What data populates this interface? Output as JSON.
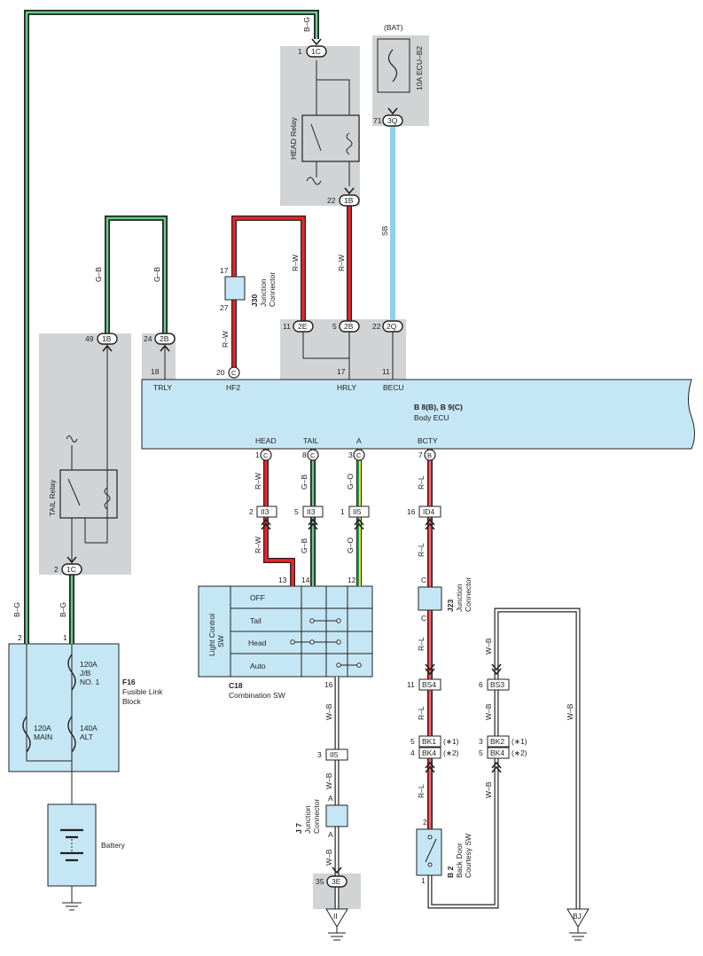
{
  "colors": {
    "gray_box": "#d2d3d5",
    "blue_box": "#c5e6f5",
    "red_wire": "#e8252b",
    "green_wire": "#1f9a4b",
    "blue_wire": "#8fd0ef",
    "yellow_wire": "#e8e82e",
    "black_wire": "#222222"
  },
  "labels": {
    "bat": "(BAT)",
    "ecu_b2_fuse": "10A ECU–B2",
    "head_relay": "HEAD Relay",
    "tail_relay": "TAIL Relay",
    "body_ecu_code": "B 8(B), B 9(C)",
    "body_ecu_name": "Body ECU",
    "fusible_link_code": "F16",
    "fusible_link_name1": "Fusible Link",
    "fusible_link_name2": "Block",
    "fuse_120a_jb": "120A",
    "fuse_120a_jb2": "J/B",
    "fuse_120a_jb3": "NO. 1",
    "fuse_120a_main": "120A",
    "fuse_120a_main2": "MAIN",
    "fuse_140a_alt": "140A",
    "fuse_140a_alt2": "ALT",
    "battery": "Battery",
    "combo_sw_code": "C18",
    "combo_sw_name": "Combination SW",
    "light_control_sw1": "Light Control",
    "light_control_sw2": "SW",
    "j30_code": "J30",
    "j30_name1": "Junction",
    "j30_name2": "Connector",
    "j23_code": "J23",
    "j23_name1": "Junction",
    "j23_name2": "Connector",
    "j7_code": "J 7",
    "j7_name1": "Junction",
    "j7_name2": "Connector",
    "b2_code": "B 2",
    "b2_name1": "Back Door",
    "b2_name2": "Courtesy SW",
    "ground_ii": "II",
    "ground_bj": "BJ"
  },
  "switch_positions": [
    "OFF",
    "Tail",
    "Head",
    "Auto"
  ],
  "ecu_top_terms": [
    {
      "name": "TRLY",
      "pin": "18"
    },
    {
      "name": "HF2",
      "pin": "20",
      "conn": "C"
    },
    {
      "name": "HRLY",
      "pin": "17"
    },
    {
      "name": "BECU",
      "pin": "11"
    }
  ],
  "ecu_bottom_terms": [
    {
      "name": "HEAD",
      "pin": "1",
      "conn": "C"
    },
    {
      "name": "TAIL",
      "pin": "8",
      "conn": "C"
    },
    {
      "name": "A",
      "pin": "3",
      "conn": "C"
    },
    {
      "name": "BCTY",
      "pin": "7",
      "conn": "B"
    }
  ],
  "connectors": {
    "relay_1c_top": {
      "pin": "1",
      "code": "1C"
    },
    "relay_1b": {
      "pin": "22",
      "code": "1B"
    },
    "ecu_3q": {
      "pin": "71",
      "code": "3Q"
    },
    "tail_1b": {
      "pin": "49",
      "code": "1B"
    },
    "tail_2b": {
      "pin": "24",
      "code": "2B"
    },
    "jb_2e": {
      "pin": "11",
      "code": "2E"
    },
    "jb_2b": {
      "pin": "5",
      "code": "2B"
    },
    "jb_2q": {
      "pin": "22",
      "code": "2Q"
    },
    "tail_1c": {
      "pin": "2",
      "code": "1C"
    },
    "j30_top": "17",
    "j30_bottom": "27",
    "ii3_a": {
      "pin": "2",
      "code": "II3"
    },
    "ii3_b": {
      "pin": "5",
      "code": "II3"
    },
    "ii5_a": {
      "pin": "1",
      "code": "II5"
    },
    "id4": {
      "pin": "16",
      "code": "ID4"
    },
    "bs4": {
      "pin": "11",
      "code": "BS4"
    },
    "bs3": {
      "pin": "6",
      "code": "BS3"
    },
    "bk1": {
      "pin": "5",
      "code": "BK1",
      "note": "(∗1)"
    },
    "bk4": {
      "pin": "4",
      "code": "BK4",
      "note": "(∗2)"
    },
    "bk2": {
      "pin": "3",
      "code": "BK2",
      "note": "(∗1)"
    },
    "bk4b": {
      "pin": "5",
      "code": "BK4",
      "note": "(∗2)"
    },
    "ii5_b": {
      "pin": "3",
      "code": "II5"
    },
    "e3": {
      "pin": "35",
      "code": "3E"
    },
    "combo_pins": [
      "13",
      "14",
      "12"
    ],
    "combo_pin16": "16",
    "fl_pin2": "2",
    "fl_pin1": "1",
    "b2_pin2": "2",
    "b2_pin1": "1",
    "j23_c": "C",
    "j7_a": "A"
  },
  "wire_codes": {
    "b_g": "B–G",
    "g_b": "G–B",
    "r_w": "R–W",
    "sb": "SB",
    "g_o": "G–O",
    "r_l": "R–L",
    "w_b": "W–B"
  }
}
